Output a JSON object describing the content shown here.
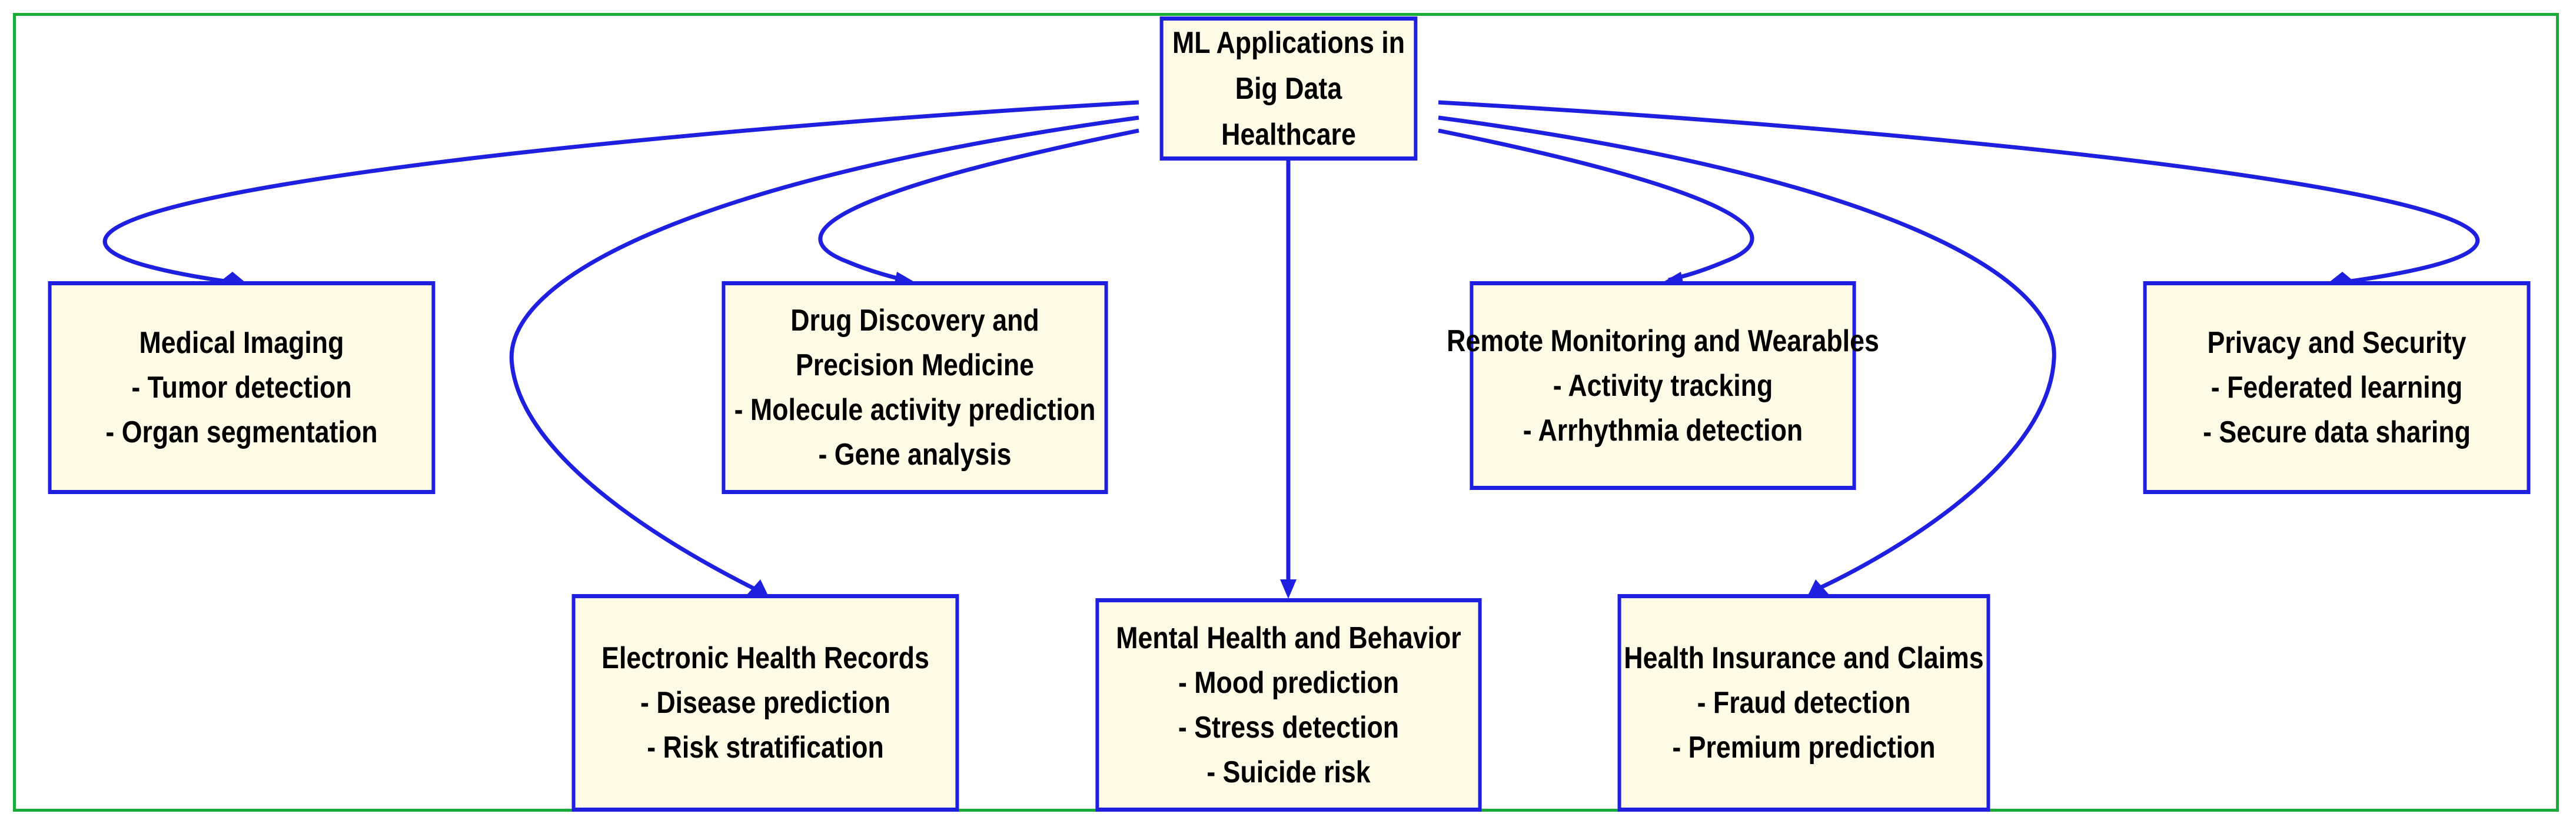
{
  "diagram": {
    "root": {
      "title": "ML Applications in Big Data Healthcare"
    },
    "nodes": [
      {
        "id": "medical-imaging",
        "title": "Medical Imaging",
        "items": [
          "- Tumor detection",
          "- Organ segmentation"
        ]
      },
      {
        "id": "electronic-health-records",
        "title": "Electronic Health Records",
        "items": [
          "- Disease prediction",
          "- Risk stratification"
        ]
      },
      {
        "id": "drug-discovery",
        "title": "Drug Discovery and Precision Medicine",
        "items": [
          "- Molecule activity prediction",
          "- Gene analysis"
        ]
      },
      {
        "id": "mental-health",
        "title": "Mental Health and Behavior",
        "items": [
          "- Mood prediction",
          "- Stress detection",
          "- Suicide risk"
        ]
      },
      {
        "id": "remote-monitoring",
        "title": "Remote Monitoring and Wearables",
        "items": [
          "- Activity tracking",
          "- Arrhythmia detection"
        ]
      },
      {
        "id": "health-insurance",
        "title": "Health Insurance and Claims",
        "items": [
          "- Fraud detection",
          "- Premium prediction"
        ]
      },
      {
        "id": "privacy-security",
        "title": "Privacy and Security",
        "items": [
          "- Federated learning",
          "- Secure data sharing"
        ]
      }
    ],
    "colors": {
      "node_fill": "#fdfbe6",
      "node_border": "#1f1fe0",
      "edge": "#1f1fe0",
      "frame": "#1aaa3a"
    }
  }
}
